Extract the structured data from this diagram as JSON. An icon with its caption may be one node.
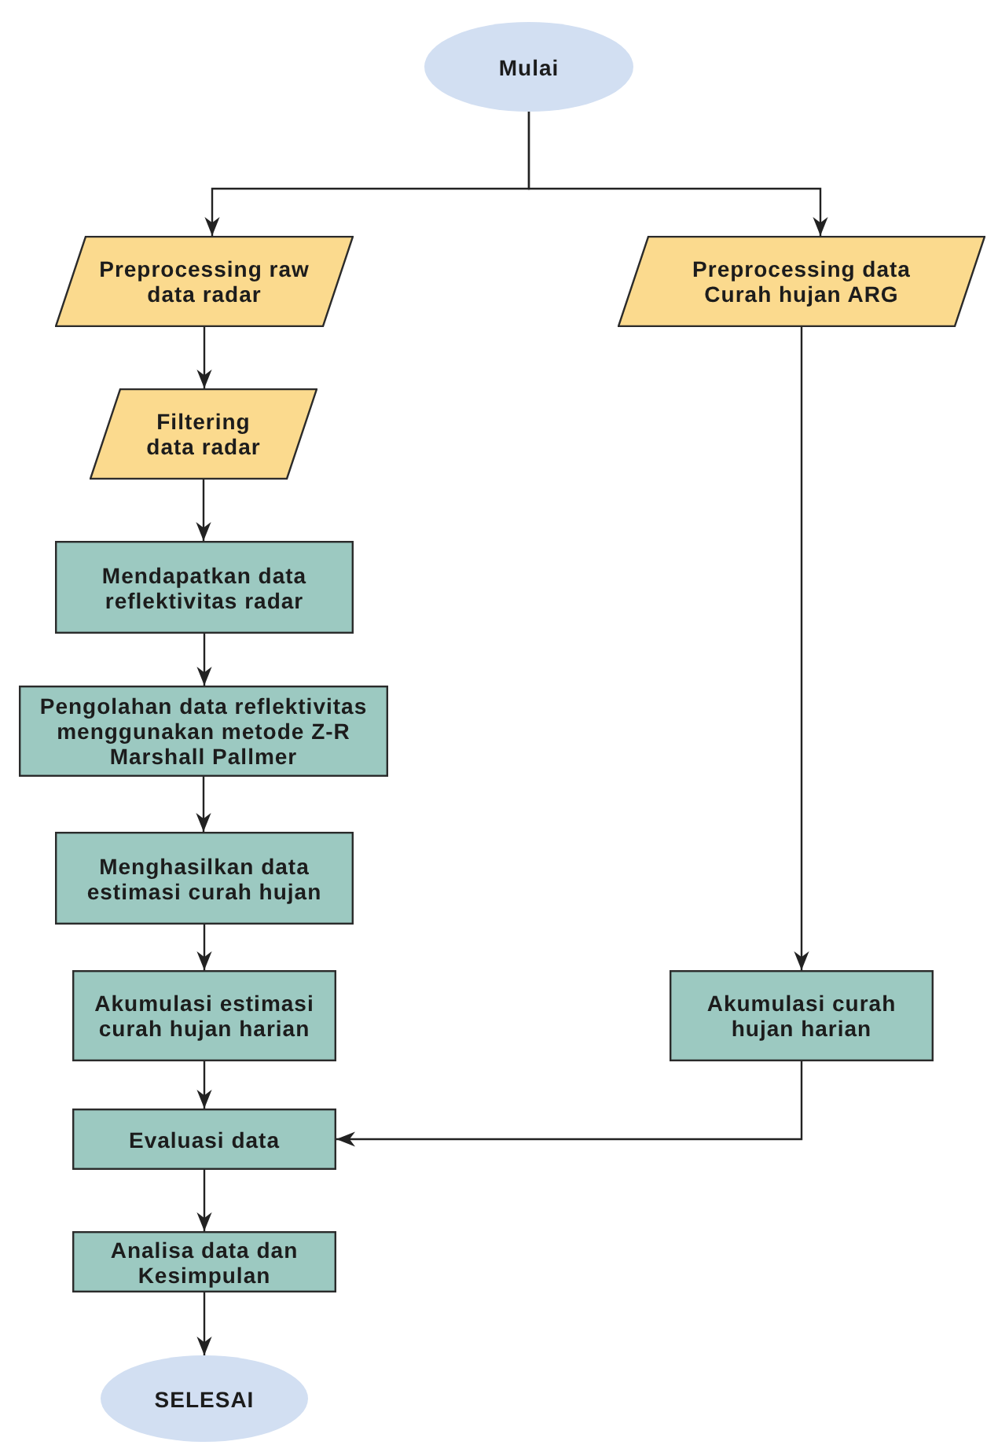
{
  "diagram": {
    "nodes": [
      {
        "text": [
          "Mulai"
        ]
      },
      {
        "text": [
          "Preprocessing raw data radar"
        ]
      },
      {
        "text": [
          "Preprocessing data Curah hujan ARG"
        ]
      },
      {
        "text": [
          "Filtering data radar"
        ]
      },
      {
        "text": [
          "Mendapatkan data reflektivitas radar"
        ]
      },
      {
        "text": [
          "Pengolahan data reflektivitas menggunakan metode Z-R Marshall Pallmer"
        ]
      },
      {
        "text": [
          "Menghasilkan data estimasi curah hujan"
        ]
      },
      {
        "text": [
          "Akumulasi estimasi curah hujan harian"
        ]
      },
      {
        "text": [
          "Akumulasi curah hujan harian"
        ]
      },
      {
        "text": [
          "Evaluasi data"
        ]
      },
      {
        "text": [
          "Analisa data dan Kesimpulan"
        ]
      },
      {
        "text": [
          "SELESAI"
        ]
      }
    ],
    "edges": [
      {
        "from": 0,
        "to": 1,
        "arrow": "to"
      },
      {
        "from": 0,
        "to": 2,
        "arrow": "to"
      },
      {
        "from": 1,
        "to": 3,
        "arrow": "to"
      },
      {
        "from": 3,
        "to": 4,
        "arrow": "to"
      },
      {
        "from": 4,
        "to": 5,
        "arrow": "to"
      },
      {
        "from": 5,
        "to": 6,
        "arrow": "to"
      },
      {
        "from": 6,
        "to": 7,
        "arrow": "to"
      },
      {
        "from": 7,
        "to": 9,
        "arrow": "to"
      },
      {
        "from": 2,
        "to": 8,
        "arrow": "to"
      },
      {
        "from": 8,
        "to": 9,
        "arrow": "to"
      },
      {
        "from": 9,
        "to": 10,
        "arrow": "to"
      },
      {
        "from": 10,
        "to": 11,
        "arrow": "to"
      }
    ]
  }
}
